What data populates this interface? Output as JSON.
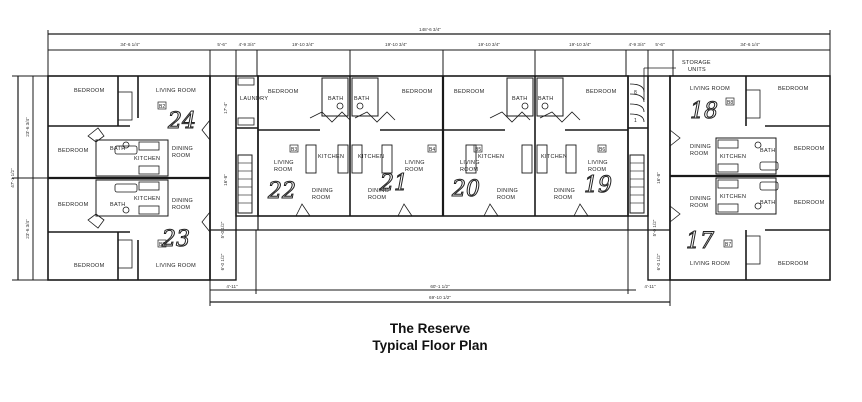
{
  "title": {
    "line1": "The Reserve",
    "line2": "Typical Floor Plan"
  },
  "callouts": {
    "storage": "STORAGE",
    "storage_sub": "UNITS"
  },
  "dimensions": {
    "overall_top": "148'-6 3/4\"",
    "top_segments": [
      "34'-6 1/4\"",
      "5'-6\"",
      "4'-9 3/4\"",
      "19'-10 3/4\"",
      "19'-10 3/4\"",
      "19'-10 3/4\"",
      "19'-10 3/4\"",
      "4'-9 3/4\"",
      "5'-6\"",
      "34'-6 1/4\""
    ],
    "left_overall": "47'-1 1/2\"",
    "left_upper": "23'-6 3/4\"",
    "left_lower": "23'-6 3/4\"",
    "bottom_inner": "60'-1 1/2\"",
    "bottom_overall": "69'-10 1/2\"",
    "bottom_left": "4'-11\"",
    "bottom_right": "4'-11\"",
    "corridor_left_upper": "17'-4\"",
    "corridor_left_mid": "16'-8\"",
    "corridor_left_low": "5'-0 1/2\"",
    "corridor_left_bottom": "6'-0 1/2\"",
    "corridor_right_mid": "16'-8\"",
    "corridor_right_low": "5'-0 1/2\"",
    "corridor_right_bottom": "6'-0 1/2\""
  },
  "rooms": {
    "bedroom": "BEDROOM",
    "living_room": "LIVING ROOM",
    "living": "LIVING",
    "room": "ROOM",
    "dining": "DINING",
    "kitchen": "KITCHEN",
    "bath": "BATH",
    "laundry": "LAUNDRY"
  },
  "unit_types": {
    "b2": "B2",
    "b3": "B3",
    "b4": "B4",
    "b5": "B5",
    "b6": "B6",
    "b7": "B7",
    "b8": "B8"
  },
  "handwritten_unit_numbers": {
    "u24": "24",
    "u23": "23",
    "u22": "22",
    "u21": "21",
    "u20": "20",
    "u19": "19",
    "u18": "18",
    "u17": "17"
  },
  "storage_numbers": {
    "s8": "8",
    "s1": "1"
  },
  "colors": {
    "line": "#1a1a1a",
    "background": "#ffffff"
  }
}
